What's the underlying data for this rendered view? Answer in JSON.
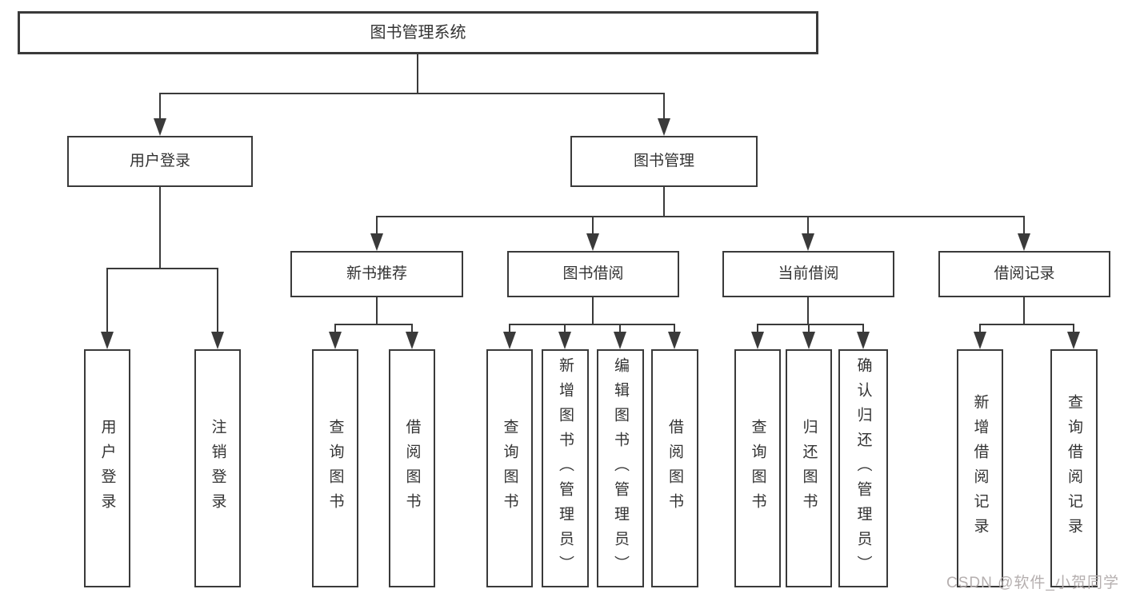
{
  "tree": {
    "label": "图书管理系统",
    "children": [
      {
        "label": "用户登录",
        "children": [
          {
            "label": "用户登录"
          },
          {
            "label": "注销登录"
          }
        ]
      },
      {
        "label": "图书管理",
        "children": [
          {
            "label": "新书推荐",
            "children": [
              {
                "label": "查询图书"
              },
              {
                "label": "借阅图书"
              }
            ]
          },
          {
            "label": "图书借阅",
            "children": [
              {
                "label": "查询图书"
              },
              {
                "label": "新增图书（管理员）"
              },
              {
                "label": "编辑图书（管理员）"
              },
              {
                "label": "借阅图书"
              }
            ]
          },
          {
            "label": "当前借阅",
            "children": [
              {
                "label": "查询图书"
              },
              {
                "label": "归还图书"
              },
              {
                "label": "确认归还（管理员）"
              }
            ]
          },
          {
            "label": "借阅记录",
            "children": [
              {
                "label": "新增借阅记录"
              },
              {
                "label": "查询借阅记录"
              }
            ]
          }
        ]
      }
    ]
  },
  "colors": {
    "line": "#3a3a3a",
    "text": "#333333",
    "watermark": "#b5afaf"
  },
  "watermark": {
    "text": "CSDN @软件_小贺同学"
  }
}
